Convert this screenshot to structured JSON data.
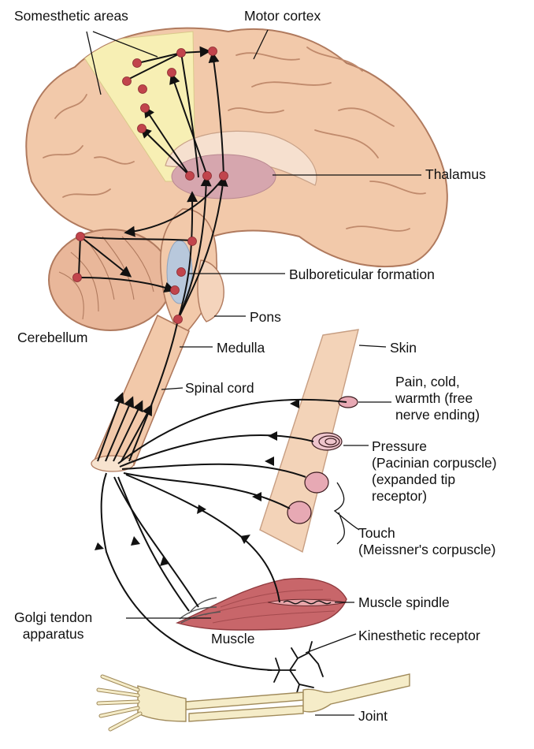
{
  "labels": {
    "somesthetic_areas": "Somesthetic areas",
    "motor_cortex": "Motor cortex",
    "thalamus": "Thalamus",
    "bulboreticular_formation": "Bulboreticular formation",
    "pons": "Pons",
    "cerebellum": "Cerebellum",
    "medulla": "Medulla",
    "skin": "Skin",
    "spinal_cord": "Spinal cord",
    "pain_receptor": [
      "Pain, cold,",
      "warmth (free",
      "nerve ending)"
    ],
    "pressure_receptor": [
      "Pressure",
      "(Pacinian corpuscle)",
      "(expanded tip",
      "receptor)"
    ],
    "touch_receptor": [
      "Touch",
      "(Meissner's corpuscle)"
    ],
    "muscle_spindle": "Muscle spindle",
    "golgi_tendon": [
      "Golgi tendon",
      "apparatus"
    ],
    "muscle": "Muscle",
    "kinesthetic_receptor": "Kinesthetic receptor",
    "joint": "Joint"
  },
  "colors": {
    "brain": "#f2c9aa",
    "brain_outline": "#b07a5e",
    "somesthetic_area": "#f7efb4",
    "thalamus": "#d6a6ae",
    "bulboreticular": "#b8c8dc",
    "neuron_dot": "#c1444c",
    "muscle": "#c8666a",
    "bone": "#f5ecc8",
    "skin": "#f3d3b8",
    "pathway": "#111111"
  }
}
